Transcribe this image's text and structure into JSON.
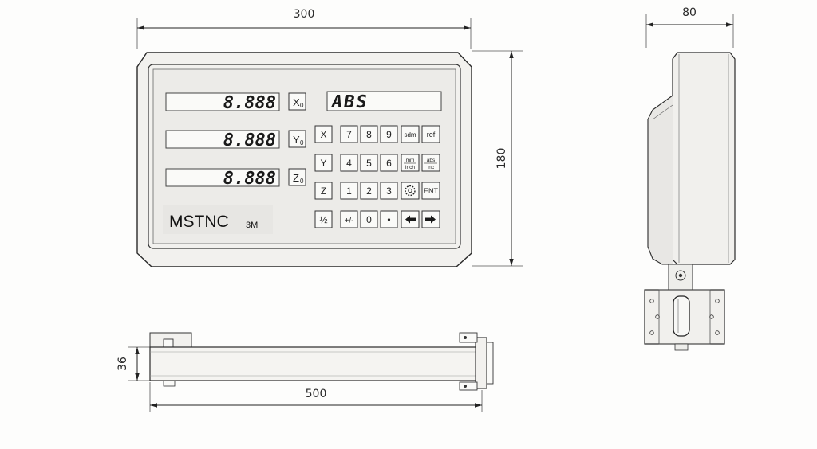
{
  "drawing": {
    "dimensions": {
      "front_width": "300",
      "front_height": "180",
      "side_depth": "80",
      "cable_height": "36",
      "cable_length": "500"
    },
    "brand": "MSTNC",
    "model": "3M",
    "readouts": [
      {
        "value": "8.888",
        "axis_key": "X",
        "axis_sub": "0"
      },
      {
        "value": "8.888",
        "axis_key": "Y",
        "axis_sub": "0"
      },
      {
        "value": "8.888",
        "axis_key": "Z",
        "axis_sub": "0"
      }
    ],
    "mode_display": "ABS",
    "keypad": {
      "row1": [
        "X",
        "7",
        "8",
        "9",
        "sdm",
        "ref"
      ],
      "row2_main": [
        "Y",
        "4",
        "5",
        "6"
      ],
      "row2_mm": [
        "mm",
        "inch"
      ],
      "row2_abs": [
        "abs",
        "inc"
      ],
      "row3": [
        "Z",
        "1",
        "2",
        "3"
      ],
      "row3_ent": "ENT",
      "row4": [
        "½",
        "+/-",
        "0",
        "•"
      ]
    }
  }
}
